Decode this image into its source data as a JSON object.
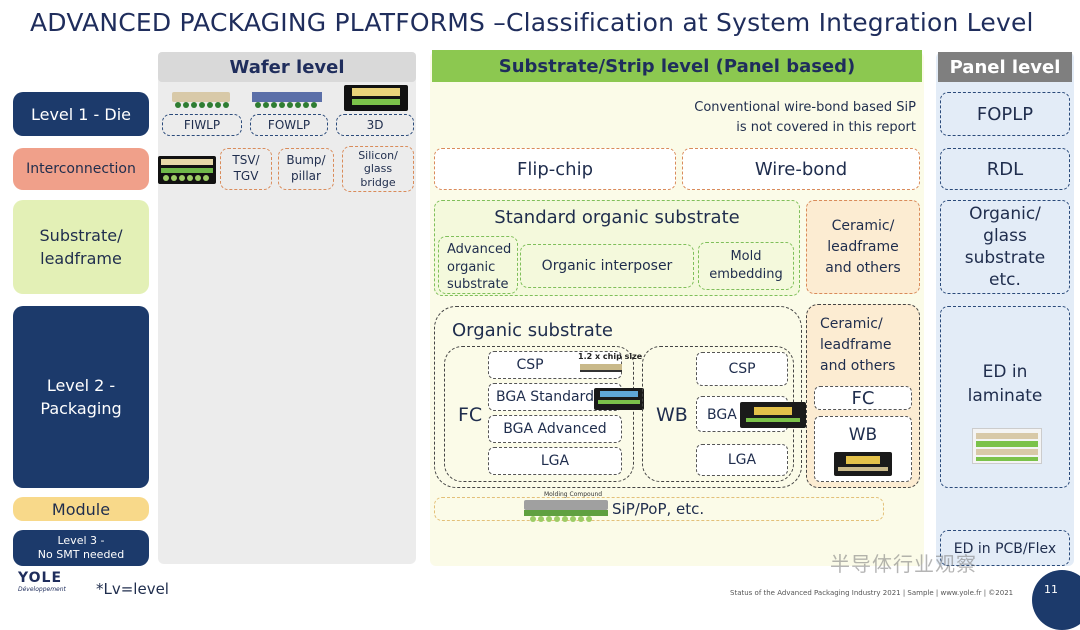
{
  "title": "ADVANCED PACKAGING PLATFORMS –Classification at System Integration Level",
  "headers": {
    "wafer": "Wafer level",
    "substrate": "Substrate/Strip level (Panel based)",
    "panel": "Panel level"
  },
  "rows": {
    "die": "Level 1 - Die",
    "interconnection": "Interconnection",
    "substrate": "Substrate/\nleadframe",
    "packaging": "Level 2 -\nPackaging",
    "module": "Module",
    "level3": "Level 3 -\nNo SMT needed"
  },
  "wafer": {
    "fiwlp": "FIWLP",
    "fowlp": "FOWLP",
    "three_d": "3D",
    "tsv": "TSV/\nTGV",
    "bump": "Bump/\npillar",
    "silicon": "Silicon/\nglass\nbridge"
  },
  "substrate_col": {
    "note": "Conventional wire-bond based SiP\nis not covered in this report",
    "flipchip": "Flip-chip",
    "wirebond": "Wire-bond",
    "std_organic": "Standard organic substrate",
    "adv_organic": "Advanced\norganic\nsubstrate",
    "organic_interposer": "Organic interposer",
    "mold_embedding": "Mold\nembedding",
    "ceramic1": "Ceramic/\nleadframe\nand others",
    "organic_substrate": "Organic substrate",
    "fc": "FC",
    "wb": "WB",
    "fc_items": [
      "CSP",
      "BGA Standard",
      "BGA Advanced",
      "LGA"
    ],
    "wb_items": [
      "CSP",
      "BGA",
      "LGA"
    ],
    "chip_size_label": "1.2 x chip size",
    "ceramic2": "Ceramic/\nleadframe\nand others",
    "fc2": "FC",
    "wb2": "WB",
    "sip": "SiP/PoP, etc.",
    "molding_label": "Molding Compound"
  },
  "panel": {
    "foplp": "FOPLP",
    "rdl": "RDL",
    "glass": "Organic/\nglass\nsubstrate\netc.",
    "ed_laminate": "ED in\nlaminate",
    "ed_pcb": "ED in PCB/Flex"
  },
  "footer": {
    "logo_top": "YOLE",
    "logo_bottom": "Développement",
    "lv_note": "*Lv=level",
    "source": "Status of the Advanced Packaging Industry 2021 | Sample | www.yole.fr | ©2021",
    "page": "11",
    "watermark": "半导体行业观察"
  },
  "colors": {
    "navy": "#1c3a6b",
    "salmon": "#f0a08a",
    "lime": "#e3f0b6",
    "module": "#f8d98a",
    "green_header": "#8cc850",
    "gray_header": "#7f7f7f",
    "panel_bg": "#e3ecf7"
  }
}
